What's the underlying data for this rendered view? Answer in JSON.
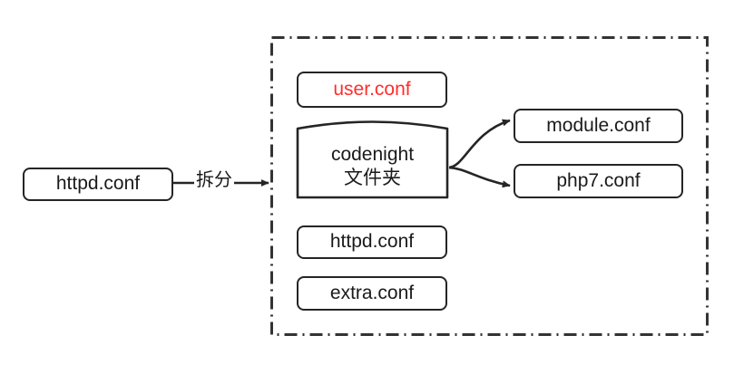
{
  "diagram": {
    "type": "flow-diagram",
    "background_color": "#ffffff",
    "default_text_color": "#1a1a1a",
    "default_border_color": "#252525",
    "nodes": [
      {
        "id": "httpd-source",
        "label": "httpd.conf",
        "shape": "rounded-rectangle",
        "text_color": "#1a1a1a",
        "border_color": "#252525"
      },
      {
        "id": "user-conf",
        "label": "user.conf",
        "shape": "rounded-rectangle",
        "text_color": "#ff2d2d",
        "border_color": "#252525"
      },
      {
        "id": "codenight-folder",
        "label": "codenight\n文件夹",
        "shape": "curved-top-rectangle",
        "text_color": "#1a1a1a",
        "border_color": "#252525"
      },
      {
        "id": "httpd-inner",
        "label": "httpd.conf",
        "shape": "rounded-rectangle",
        "text_color": "#1a1a1a",
        "border_color": "#252525"
      },
      {
        "id": "extra-conf",
        "label": "extra.conf",
        "shape": "rounded-rectangle",
        "text_color": "#1a1a1a",
        "border_color": "#252525"
      },
      {
        "id": "module-conf",
        "label": "module.conf",
        "shape": "rounded-rectangle",
        "text_color": "#1a1a1a",
        "border_color": "#252525"
      },
      {
        "id": "php7-conf",
        "label": "php7.conf",
        "shape": "rounded-rectangle",
        "text_color": "#1a1a1a",
        "border_color": "#252525"
      }
    ],
    "edges": [
      {
        "id": "split-edge",
        "from": "httpd-source",
        "to": "group-container",
        "label": "拆分",
        "style": "solid",
        "arrowhead": "filled-triangle"
      },
      {
        "id": "folder-to-module",
        "from": "codenight-folder",
        "to": "module-conf",
        "label": "",
        "style": "curved",
        "arrowhead": "filled-triangle"
      },
      {
        "id": "folder-to-php7",
        "from": "codenight-folder",
        "to": "php7-conf",
        "label": "",
        "style": "curved",
        "arrowhead": "filled-triangle"
      }
    ],
    "group": {
      "id": "group-container",
      "label": "",
      "border_style": "dash-dot",
      "border_color": "#333333"
    }
  }
}
